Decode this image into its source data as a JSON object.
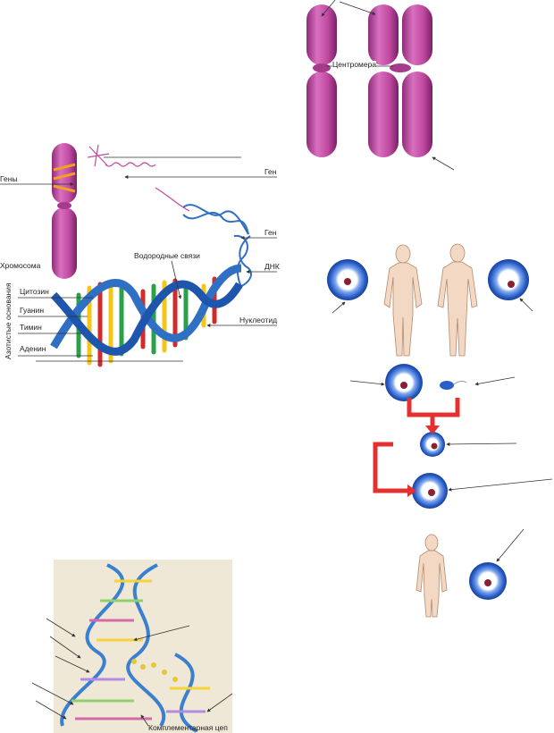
{
  "labels": {
    "centromere": "Центромера",
    "genes": "Гены",
    "chromosome": "Хромосома",
    "gene_top": "Ген",
    "gene_mid": "Ген",
    "dna": "ДНК",
    "hydrogen_bonds": "Водородные связи",
    "cytosine": "Цитозин",
    "guanine": "Гуанин",
    "thymine": "Тимин",
    "adenine": "Аденин",
    "nucleotide": "Нуклеотид",
    "nitrogen_bases": "Азотистые основания",
    "complementary_chain": "Комплементарная цеп"
  },
  "colors": {
    "chromosome": "#c04aa0",
    "helix": "#2f6fc4",
    "cell_ring": "#2a5fc8",
    "nucleus": "#8a2030",
    "body_skin": "#f3d8c4",
    "arrow_red": "#e53030"
  }
}
